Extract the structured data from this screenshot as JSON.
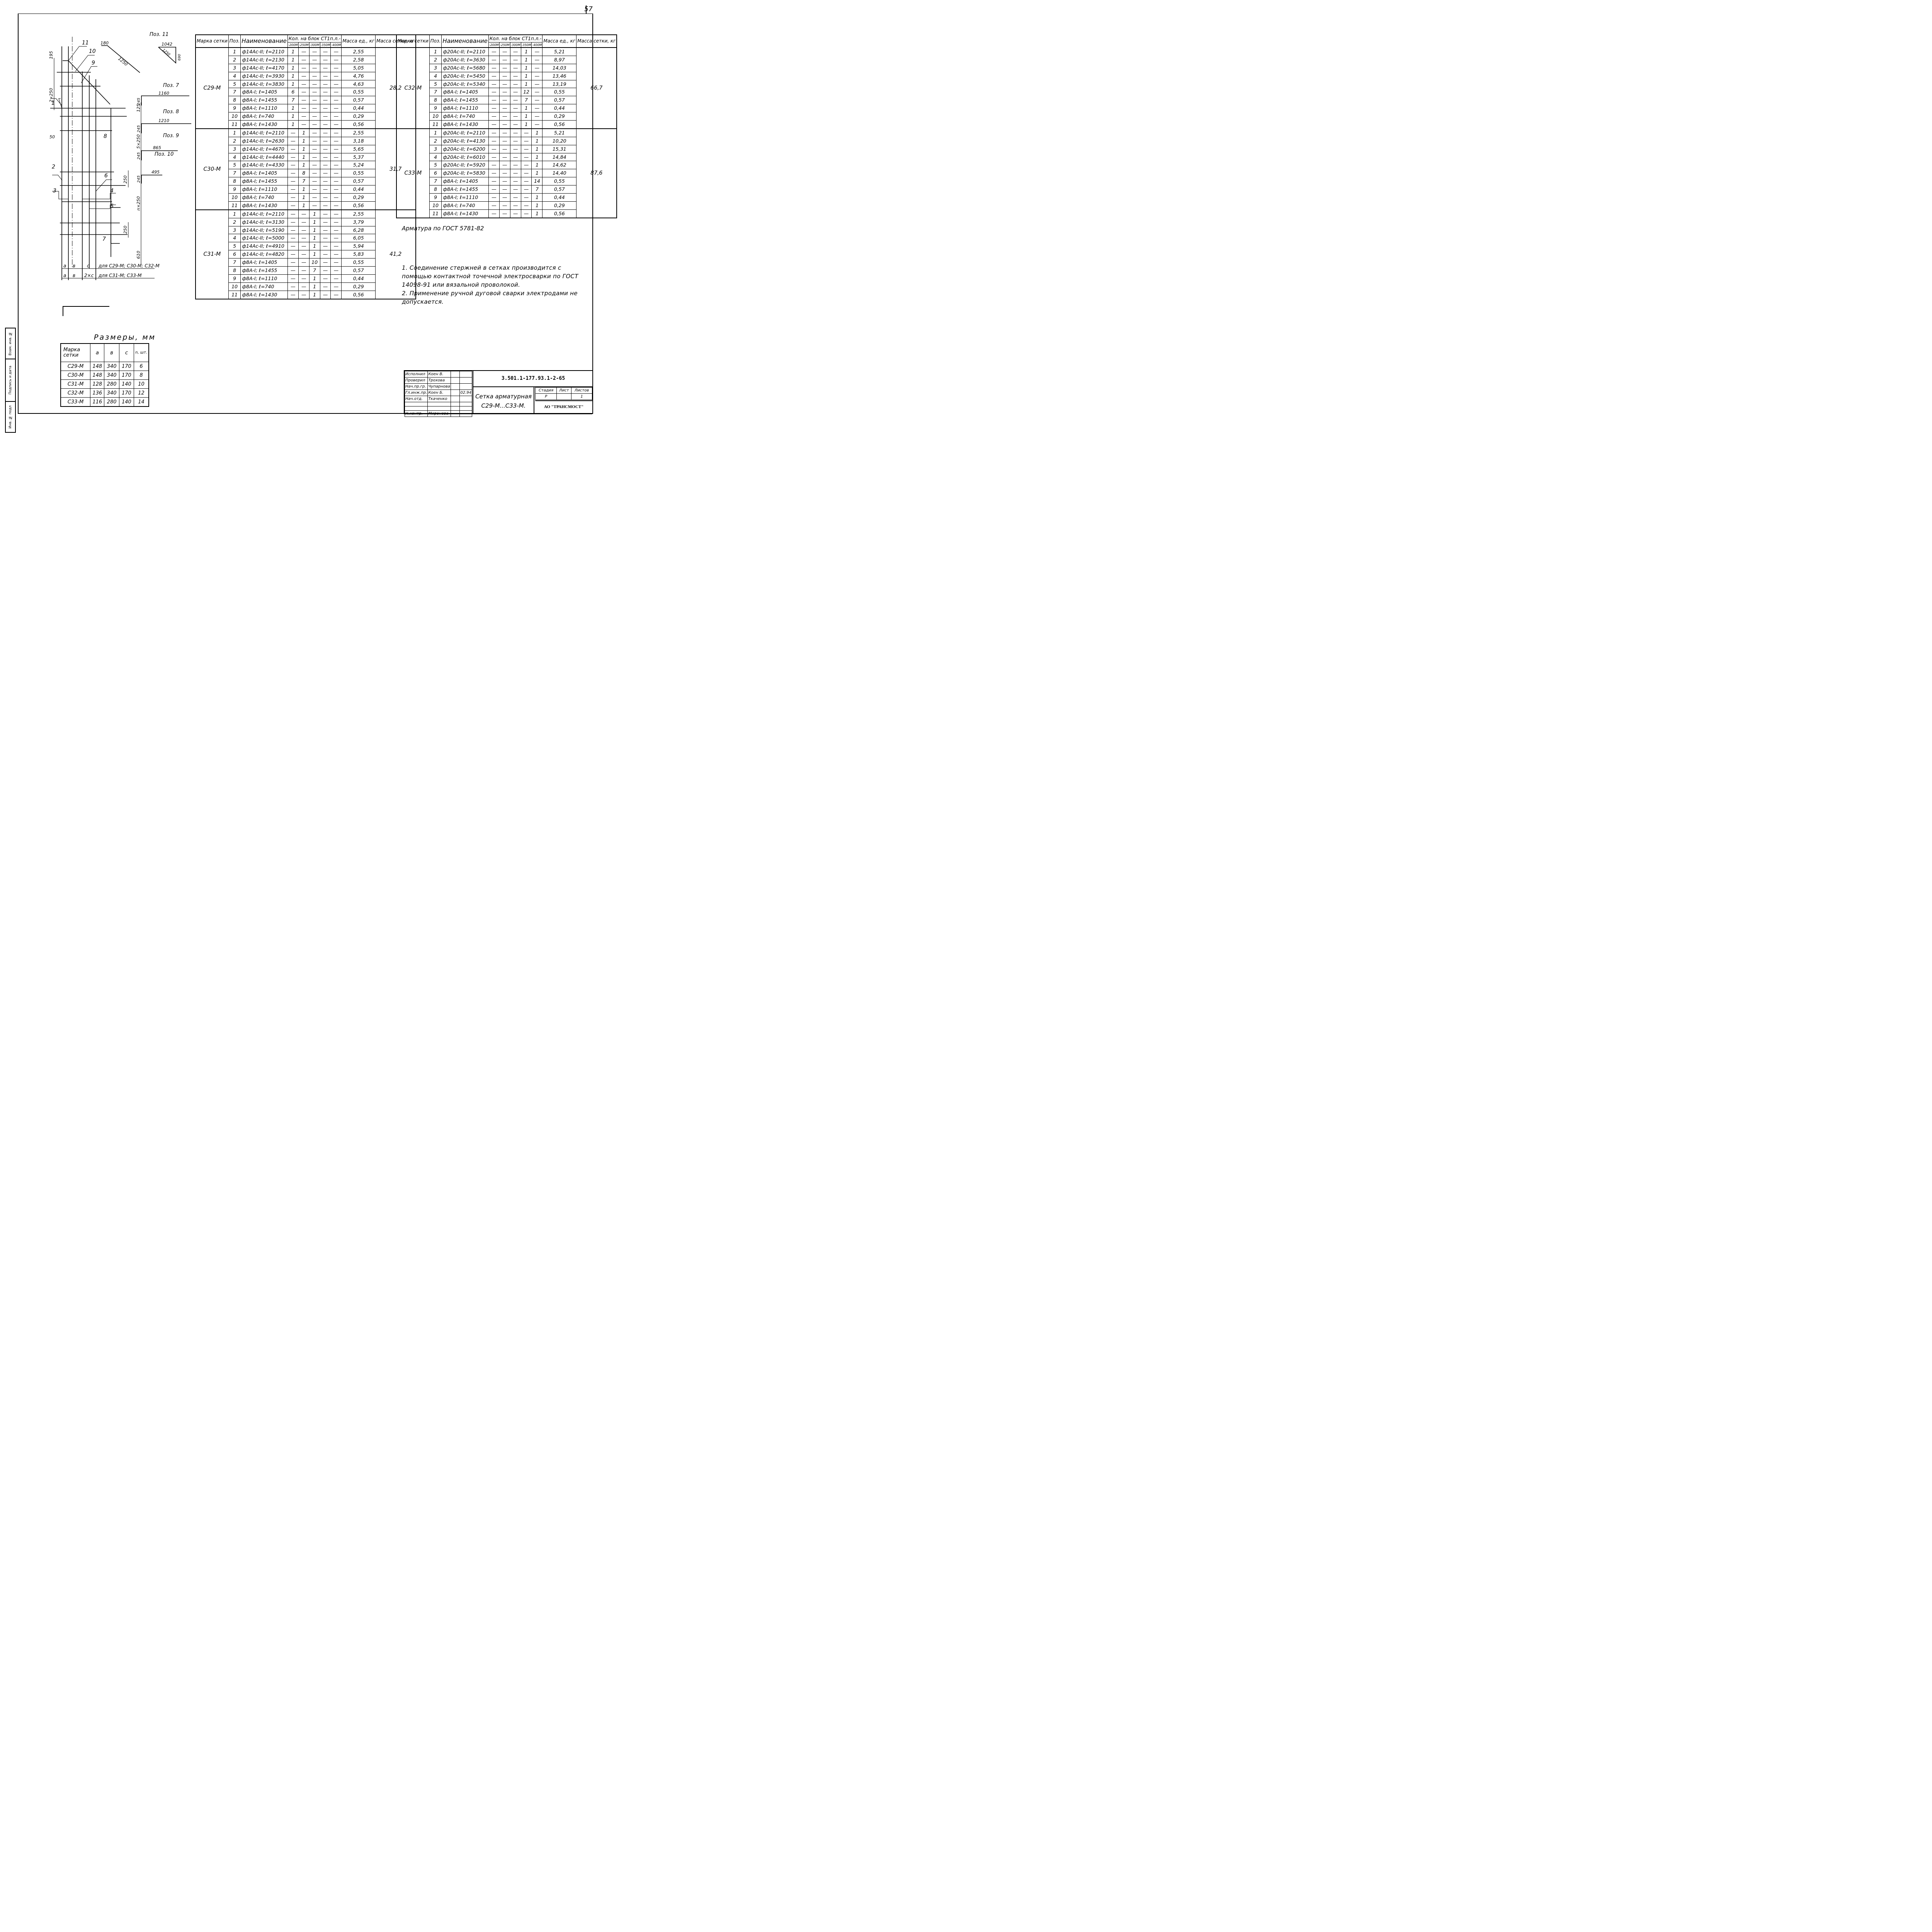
{
  "page_number": "57",
  "drawing": {
    "callouts": [
      "11",
      "10",
      "9",
      "1",
      "8",
      "2",
      "6",
      "3",
      "4",
      "5",
      "7"
    ],
    "dims": {
      "top_195": "195",
      "top_2x250": "2×250",
      "d_125": "125",
      "d_5x250": "5×250",
      "d_250a": "250",
      "d_50": "50",
      "d_n250": "n×250",
      "d_250b": "250",
      "d_610": "610"
    },
    "bottom_dims": [
      {
        "a": "a",
        "b": "в",
        "c": "c",
        "label": "для С29-М; С30-М; С32-М"
      },
      {
        "a": "a",
        "b": "в",
        "c": "2×c",
        "label": "для С31-М; С33-М"
      }
    ],
    "bent_bars": [
      {
        "title": "Поз. 11",
        "dims": [
          "180",
          "1250",
          "1042",
          "1250",
          "690"
        ]
      },
      {
        "title": "Поз. 7",
        "leg": "245",
        "length": "1160"
      },
      {
        "title": "Поз. 8",
        "leg": "245",
        "length": "1210"
      },
      {
        "title": "Поз. 9",
        "leg": "245",
        "length": "865"
      },
      {
        "title": "Поз. 10",
        "leg": "245",
        "length": "495"
      }
    ]
  },
  "spec_headers": {
    "mark": "Марка сетки",
    "pos": "Поз.",
    "name": "Наименование",
    "qty_group": "Кол. на блок СТ1п.л.-",
    "qty_cols": [
      "-200М",
      "-250М",
      "-300М",
      "-350М",
      "-400М"
    ],
    "unit_mass": "Масса ед., кг",
    "mesh_mass": "Масса сетки, кг"
  },
  "spec_left": [
    {
      "mark": "С29-М",
      "mesh_mass": "28,2",
      "rows": [
        {
          "pos": "1",
          "name": "ф14Ас-II; ℓ=2110",
          "qty": [
            "1",
            "—",
            "—",
            "—",
            "—"
          ],
          "mass": "2,55"
        },
        {
          "pos": "2",
          "name": "ф14Ас-II; ℓ=2130",
          "qty": [
            "1",
            "—",
            "—",
            "—",
            "—"
          ],
          "mass": "2,58"
        },
        {
          "pos": "3",
          "name": "ф14Ас-II; ℓ=4170",
          "qty": [
            "1",
            "—",
            "—",
            "—",
            "—"
          ],
          "mass": "5,05"
        },
        {
          "pos": "4",
          "name": "ф14Ас-II; ℓ=3930",
          "qty": [
            "1",
            "—",
            "—",
            "—",
            "—"
          ],
          "mass": "4,76"
        },
        {
          "pos": "5",
          "name": "ф14Ас-II; ℓ=3830",
          "qty": [
            "1",
            "—",
            "—",
            "—",
            "—"
          ],
          "mass": "4,63"
        },
        {
          "pos": "7",
          "name": "ф8А-I; ℓ=1405",
          "qty": [
            "6",
            "—",
            "—",
            "—",
            "—"
          ],
          "mass": "0,55"
        },
        {
          "pos": "8",
          "name": "ф8А-I; ℓ=1455",
          "qty": [
            "7",
            "—",
            "—",
            "—",
            "—"
          ],
          "mass": "0,57"
        },
        {
          "pos": "9",
          "name": "ф8А-I; ℓ=1110",
          "qty": [
            "1",
            "—",
            "—",
            "—",
            "—"
          ],
          "mass": "0,44"
        },
        {
          "pos": "10",
          "name": "ф8А-I; ℓ=740",
          "qty": [
            "1",
            "—",
            "—",
            "—",
            "—"
          ],
          "mass": "0,29"
        },
        {
          "pos": "11",
          "name": "ф8А-I; ℓ=1430",
          "qty": [
            "1",
            "—",
            "—",
            "—",
            "—"
          ],
          "mass": "0,56"
        }
      ]
    },
    {
      "mark": "С30-М",
      "mesh_mass": "31,7",
      "rows": [
        {
          "pos": "1",
          "name": "ф14Ас-II; ℓ=2110",
          "qty": [
            "—",
            "1",
            "—",
            "—",
            "—"
          ],
          "mass": "2,55"
        },
        {
          "pos": "2",
          "name": "ф14Ас-II; ℓ=2630",
          "qty": [
            "—",
            "1",
            "—",
            "—",
            "—"
          ],
          "mass": "3,18"
        },
        {
          "pos": "3",
          "name": "ф14Ас-II; ℓ=4670",
          "qty": [
            "—",
            "1",
            "—",
            "—",
            "—"
          ],
          "mass": "5,65"
        },
        {
          "pos": "4",
          "name": "ф14Ас-II; ℓ=4440",
          "qty": [
            "—",
            "1",
            "—",
            "—",
            "—"
          ],
          "mass": "5,37"
        },
        {
          "pos": "5",
          "name": "ф14Ас-II; ℓ=4330",
          "qty": [
            "—",
            "1",
            "—",
            "—",
            "—"
          ],
          "mass": "5,24"
        },
        {
          "pos": "7",
          "name": "ф8А-I; ℓ=1405",
          "qty": [
            "—",
            "8",
            "—",
            "—",
            "—"
          ],
          "mass": "0,55"
        },
        {
          "pos": "8",
          "name": "ф8А-I; ℓ=1455",
          "qty": [
            "—",
            "7",
            "—",
            "—",
            "—"
          ],
          "mass": "0,57"
        },
        {
          "pos": "9",
          "name": "ф8А-I; ℓ=1110",
          "qty": [
            "—",
            "1",
            "—",
            "—",
            "—"
          ],
          "mass": "0,44"
        },
        {
          "pos": "10",
          "name": "ф8А-I; ℓ=740",
          "qty": [
            "—",
            "1",
            "—",
            "—",
            "—"
          ],
          "mass": "0,29"
        },
        {
          "pos": "11",
          "name": "ф8А-I; ℓ=1430",
          "qty": [
            "—",
            "1",
            "—",
            "—",
            "—"
          ],
          "mass": "0,56"
        }
      ]
    },
    {
      "mark": "С31-М",
      "mesh_mass": "41,2",
      "rows": [
        {
          "pos": "1",
          "name": "ф14Ас-II; ℓ=2110",
          "qty": [
            "—",
            "—",
            "1",
            "—",
            "—"
          ],
          "mass": "2,55"
        },
        {
          "pos": "2",
          "name": "ф14Ас-II; ℓ=3130",
          "qty": [
            "—",
            "—",
            "1",
            "—",
            "—"
          ],
          "mass": "3,79"
        },
        {
          "pos": "3",
          "name": "ф14Ас-II; ℓ=5190",
          "qty": [
            "—",
            "—",
            "1",
            "—",
            "—"
          ],
          "mass": "6,28"
        },
        {
          "pos": "4",
          "name": "ф14Ас-II; ℓ=5000",
          "qty": [
            "—",
            "—",
            "1",
            "—",
            "—"
          ],
          "mass": "6,05"
        },
        {
          "pos": "5",
          "name": "ф14Ас-II; ℓ=4910",
          "qty": [
            "—",
            "—",
            "1",
            "—",
            "—"
          ],
          "mass": "5,94"
        },
        {
          "pos": "6",
          "name": "ф14Ас-II; ℓ=4820",
          "qty": [
            "—",
            "—",
            "1",
            "—",
            "—"
          ],
          "mass": "5,83"
        },
        {
          "pos": "7",
          "name": "ф8А-I; ℓ=1405",
          "qty": [
            "—",
            "—",
            "10",
            "—",
            "—"
          ],
          "mass": "0,55"
        },
        {
          "pos": "8",
          "name": "ф8А-I; ℓ=1455",
          "qty": [
            "—",
            "—",
            "7",
            "—",
            "—"
          ],
          "mass": "0,57"
        },
        {
          "pos": "9",
          "name": "ф8А-I; ℓ=1110",
          "qty": [
            "—",
            "—",
            "1",
            "—",
            "—"
          ],
          "mass": "0,44"
        },
        {
          "pos": "10",
          "name": "ф8А-I; ℓ=740",
          "qty": [
            "—",
            "—",
            "1",
            "—",
            "—"
          ],
          "mass": "0,29"
        },
        {
          "pos": "11",
          "name": "ф8А-I; ℓ=1430",
          "qty": [
            "—",
            "—",
            "1",
            "—",
            "—"
          ],
          "mass": "0,56"
        }
      ]
    }
  ],
  "spec_right": [
    {
      "mark": "С32-М",
      "mesh_mass": "66,7",
      "rows": [
        {
          "pos": "1",
          "name": "ф20Ас-II; ℓ=2110",
          "qty": [
            "—",
            "—",
            "—",
            "1",
            "—"
          ],
          "mass": "5,21"
        },
        {
          "pos": "2",
          "name": "ф20Ас-II; ℓ=3630",
          "qty": [
            "—",
            "—",
            "—",
            "1",
            "—"
          ],
          "mass": "8,97"
        },
        {
          "pos": "3",
          "name": "ф20Ас-II; ℓ=5680",
          "qty": [
            "—",
            "—",
            "—",
            "1",
            "—"
          ],
          "mass": "14,03"
        },
        {
          "pos": "4",
          "name": "ф20Ас-II; ℓ=5450",
          "qty": [
            "—",
            "—",
            "—",
            "1",
            "—"
          ],
          "mass": "13,46"
        },
        {
          "pos": "5",
          "name": "ф20Ас-II; ℓ=5340",
          "qty": [
            "—",
            "—",
            "—",
            "1",
            "—"
          ],
          "mass": "13,19"
        },
        {
          "pos": "7",
          "name": "ф8А-I; ℓ=1405",
          "qty": [
            "—",
            "—",
            "—",
            "12",
            "—"
          ],
          "mass": "0,55"
        },
        {
          "pos": "8",
          "name": "ф8А-I; ℓ=1455",
          "qty": [
            "—",
            "—",
            "—",
            "7",
            "—"
          ],
          "mass": "0,57"
        },
        {
          "pos": "9",
          "name": "ф8А-I; ℓ=1110",
          "qty": [
            "—",
            "—",
            "—",
            "1",
            "—"
          ],
          "mass": "0,44"
        },
        {
          "pos": "10",
          "name": "ф8А-I; ℓ=740",
          "qty": [
            "—",
            "—",
            "—",
            "1",
            "—"
          ],
          "mass": "0,29"
        },
        {
          "pos": "11",
          "name": "ф8А-I; ℓ=1430",
          "qty": [
            "—",
            "—",
            "—",
            "1",
            "—"
          ],
          "mass": "0,56"
        }
      ]
    },
    {
      "mark": "С33-М",
      "mesh_mass": "87,6",
      "rows": [
        {
          "pos": "1",
          "name": "ф20Ас-II; ℓ=2110",
          "qty": [
            "—",
            "—",
            "—",
            "—",
            "1"
          ],
          "mass": "5,21"
        },
        {
          "pos": "2",
          "name": "ф20Ас-II; ℓ=4130",
          "qty": [
            "—",
            "—",
            "—",
            "—",
            "1"
          ],
          "mass": "10,20"
        },
        {
          "pos": "3",
          "name": "ф20Ас-II; ℓ=6200",
          "qty": [
            "—",
            "—",
            "—",
            "—",
            "1"
          ],
          "mass": "15,31"
        },
        {
          "pos": "4",
          "name": "ф20Ас-II; ℓ=6010",
          "qty": [
            "—",
            "—",
            "—",
            "—",
            "1"
          ],
          "mass": "14,84"
        },
        {
          "pos": "5",
          "name": "ф20Ас-II; ℓ=5920",
          "qty": [
            "—",
            "—",
            "—",
            "—",
            "1"
          ],
          "mass": "14,62"
        },
        {
          "pos": "6",
          "name": "ф20Ас-II; ℓ=5830",
          "qty": [
            "—",
            "—",
            "—",
            "—",
            "1"
          ],
          "mass": "14,40"
        },
        {
          "pos": "7",
          "name": "ф8А-I; ℓ=1405",
          "qty": [
            "—",
            "—",
            "—",
            "—",
            "14"
          ],
          "mass": "0,55"
        },
        {
          "pos": "8",
          "name": "ф8А-I; ℓ=1455",
          "qty": [
            "—",
            "—",
            "—",
            "—",
            "7"
          ],
          "mass": "0,57"
        },
        {
          "pos": "9",
          "name": "ф8А-I; ℓ=1110",
          "qty": [
            "—",
            "—",
            "—",
            "—",
            "1"
          ],
          "mass": "0,44"
        },
        {
          "pos": "10",
          "name": "ф8А-I; ℓ=740",
          "qty": [
            "—",
            "—",
            "—",
            "—",
            "1"
          ],
          "mass": "0,29"
        },
        {
          "pos": "11",
          "name": "ф8А-I; ℓ=1430",
          "qty": [
            "—",
            "—",
            "—",
            "—",
            "1"
          ],
          "mass": "0,56"
        }
      ]
    }
  ],
  "notes": {
    "rebar_standard": "Арматура по ГОСТ 5781-82",
    "items": [
      "1. Соединение стержней в сетках производится с помощью контактной точечной электросварки по ГОСТ 14098-91 или вязальной проволокой.",
      "2. Применение ручной дуговой сварки электродами не допускается."
    ]
  },
  "dimensions_table": {
    "title": "Размеры, мм",
    "headers": [
      "Марка сетки",
      "a",
      "в",
      "c",
      "n, шт."
    ],
    "rows": [
      [
        "С29-М",
        "148",
        "340",
        "170",
        "6"
      ],
      [
        "С30-М",
        "148",
        "340",
        "170",
        "8"
      ],
      [
        "С31-М",
        "128",
        "280",
        "140",
        "10"
      ],
      [
        "С32-М",
        "136",
        "340",
        "170",
        "12"
      ],
      [
        "С33-М",
        "116",
        "280",
        "140",
        "14"
      ]
    ]
  },
  "side_stamp": [
    "Инв. № подл",
    "Подпись и дата",
    "Взам. инв. №"
  ],
  "title_block": {
    "signers": [
      {
        "role": "Исполнил",
        "name": "Коен В.",
        "date": ""
      },
      {
        "role": "Проверил",
        "name": "Трохова",
        "date": ""
      },
      {
        "role": "Нач.пр.гр.",
        "name": "Чупарнова",
        "date": ""
      },
      {
        "role": "Гл.инж.пр.",
        "name": "Коен Б.",
        "date": "02.94"
      },
      {
        "role": "Нач.отд.",
        "name": "Ткаченко",
        "date": ""
      },
      {
        "role": "",
        "name": "",
        "date": ""
      },
      {
        "role": "",
        "name": "",
        "date": ""
      },
      {
        "role": "Н.контр.",
        "name": "Миронова",
        "date": ""
      }
    ],
    "doc_code": "3.501.1-177.93.1-2-65",
    "sheet_title": "Сетка арматурная С29-М...С33-М.",
    "stage_label": "Стадия",
    "sheet_label": "Лист",
    "sheets_label": "Листов",
    "stage": "Р",
    "sheet": "",
    "sheets": "1",
    "organization": "АО \"ТРАНСМОСТ\""
  }
}
